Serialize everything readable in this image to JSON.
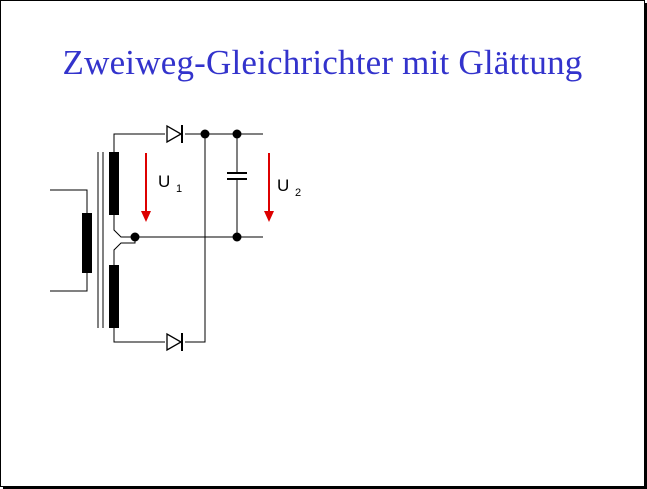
{
  "slide": {
    "title": "Zweiweg-Gleichrichter mit Glättung",
    "title_color": "#3333cc"
  },
  "circuit": {
    "components": [
      "transformer-center-tapped",
      "diode",
      "diode",
      "capacitor"
    ],
    "labels": {
      "u1": {
        "main": "U",
        "sub": "1"
      },
      "u2": {
        "main": "U",
        "sub": "2"
      }
    },
    "line_color": "#000000",
    "arrow_color": "#dd0000"
  }
}
